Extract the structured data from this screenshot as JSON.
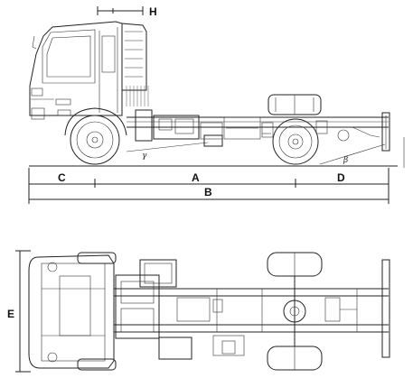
{
  "side_view": {
    "dim_H": "H",
    "dim_C": "C",
    "dim_A": "A",
    "dim_D": "D",
    "dim_B": "B",
    "angle_gamma": "γ",
    "angle_beta": "β"
  },
  "top_view": {
    "dim_E": "E"
  },
  "colors": {
    "line": "#222222",
    "background": "#ffffff"
  }
}
